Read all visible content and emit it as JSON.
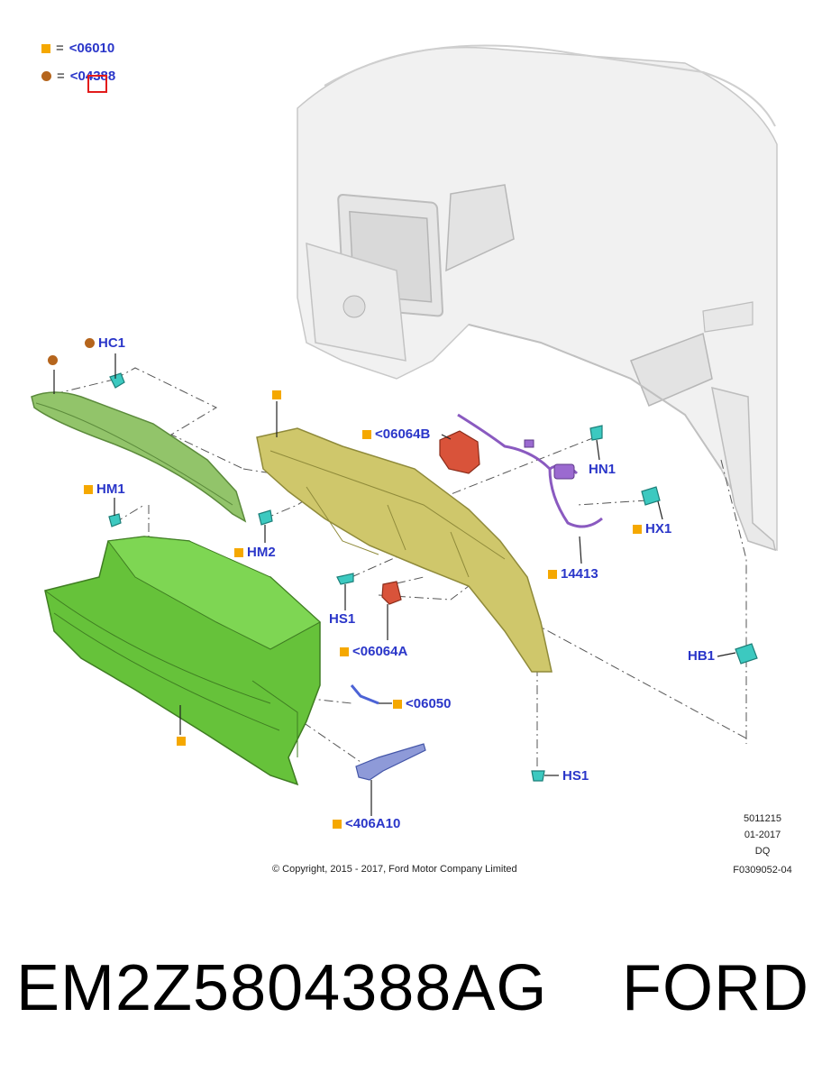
{
  "legend": {
    "item1": {
      "marker": "square",
      "color": "#f5a800",
      "eq": "=",
      "text": "<06010"
    },
    "item2": {
      "marker": "circle",
      "color": "#b5651d",
      "eq": "=",
      "text": "<04388"
    }
  },
  "callouts": {
    "hc1": "HC1",
    "hm1": "HM1",
    "hm2": "HM2",
    "c06064b": "<06064B",
    "hn1": "HN1",
    "hx1": "HX1",
    "c14413": "14413",
    "hs1_a": "HS1",
    "c06064a": "<06064A",
    "hb1": "HB1",
    "c06050": "<06050",
    "hs1_b": "HS1",
    "c406a10": "<406A10"
  },
  "metadata": {
    "code": "5011215",
    "date": "01-2017",
    "region": "DQ",
    "figure": "F0309052-04"
  },
  "copyright": "© Copyright, 2015 - 2017, Ford Motor Company Limited",
  "footer": {
    "part_number": "EM2Z5804388AG",
    "brand": "FORD"
  },
  "colors": {
    "callout_text": "#2a36c9",
    "square_marker": "#f5a800",
    "circle_marker": "#b5651d",
    "glovebox": "#66c23a",
    "bracket": "#c9c25a",
    "clip": "#3cc9c0",
    "harness": "#8a5ac0",
    "latch": "#d9533a",
    "highlight": "#e21b1b"
  }
}
